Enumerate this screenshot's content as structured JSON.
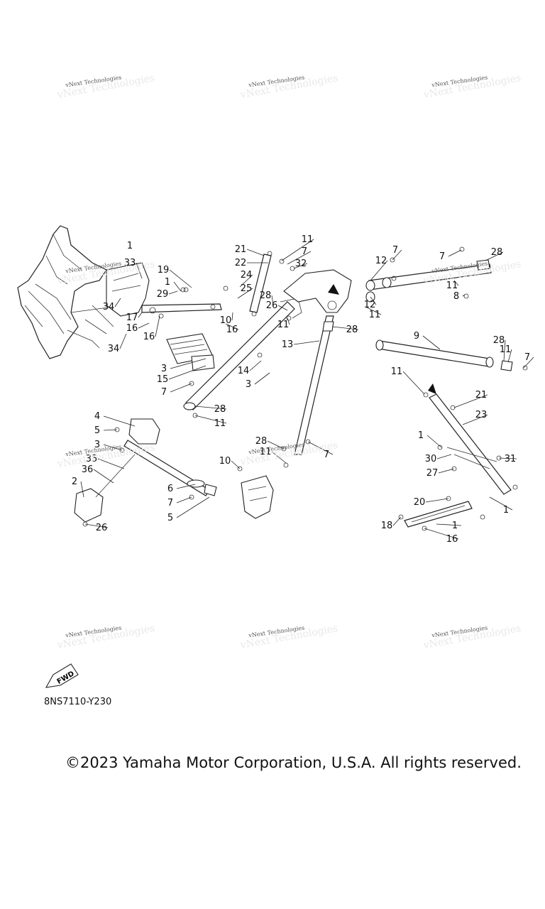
{
  "watermark_text": "vNext Technologies",
  "diagram_code": "8NS7110-Y230",
  "copyright": "©2023 Yamaha Motor Corporation, U.S.A. All rights reserved.",
  "fwd_label": "FWD",
  "callouts": [
    "1",
    "33",
    "19",
    "1",
    "29",
    "34",
    "17",
    "16",
    "16",
    "34",
    "21",
    "22",
    "24",
    "25",
    "28",
    "26",
    "10",
    "16",
    "11",
    "7",
    "32",
    "7",
    "12",
    "12",
    "11",
    "7",
    "28",
    "11",
    "8",
    "11",
    "28",
    "13",
    "9",
    "28",
    "11",
    "7",
    "3",
    "15",
    "7",
    "14",
    "3",
    "28",
    "11",
    "11",
    "21",
    "23",
    "1",
    "30",
    "31",
    "27",
    "4",
    "5",
    "3",
    "35",
    "36",
    "2",
    "26",
    "6",
    "7",
    "5",
    "10",
    "28",
    "11",
    "7",
    "20",
    "1",
    "18",
    "1",
    "16"
  ]
}
